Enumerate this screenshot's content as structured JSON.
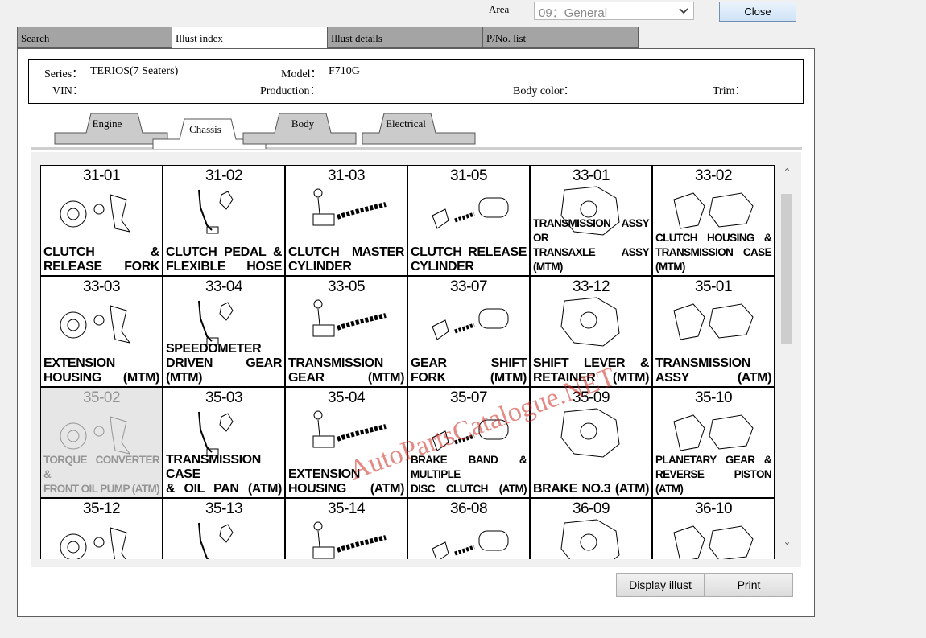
{
  "area": {
    "label": "Area",
    "selected": "09：General"
  },
  "close_label": "Close",
  "main_tabs": [
    {
      "label": "Search"
    },
    {
      "label": "Illust index"
    },
    {
      "label": "Illust details"
    },
    {
      "label": "P/No. list"
    }
  ],
  "info": {
    "series_label": "Series：",
    "series_value": "TERIOS(7 Seaters)",
    "model_label": "Model：",
    "model_value": "F710G",
    "vin_label": "VIN：",
    "production_label": "Production：",
    "body_color_label": "Body color：",
    "trim_label": "Trim："
  },
  "category_tabs": [
    {
      "label": "Engine"
    },
    {
      "label": "Chassis"
    },
    {
      "label": "Body"
    },
    {
      "label": "Electrical"
    }
  ],
  "illustrations": [
    {
      "code": "31-01",
      "name": "CLUTCH &\nRELEASE FORK"
    },
    {
      "code": "31-02",
      "name": "CLUTCH PEDAL &\nFLEXIBLE HOSE"
    },
    {
      "code": "31-03",
      "name": "CLUTCH MASTER\nCYLINDER"
    },
    {
      "code": "31-05",
      "name": "CLUTCH RELEASE\nCYLINDER"
    },
    {
      "code": "33-01",
      "name": "TRANSMISSION ASSY OR\nTRANSAXLE ASSY (MTM)"
    },
    {
      "code": "33-02",
      "name": "CLUTCH HOUSING &\nTRANSMISSION CASE (MTM)"
    },
    {
      "code": "33-03",
      "name": "EXTENSION\nHOUSING (MTM)"
    },
    {
      "code": "33-04",
      "name": "SPEEDOMETER\nDRIVEN GEAR (MTM)"
    },
    {
      "code": "33-05",
      "name": "TRANSMISSION\nGEAR (MTM)"
    },
    {
      "code": "33-07",
      "name": "GEAR SHIFT\nFORK (MTM)"
    },
    {
      "code": "33-12",
      "name": "SHIFT LEVER &\nRETAINER (MTM)"
    },
    {
      "code": "35-01",
      "name": "TRANSMISSION\nASSY (ATM)"
    },
    {
      "code": "35-02",
      "name": "TORQUE CONVERTER &\nFRONT OIL PUMP (ATM)"
    },
    {
      "code": "35-03",
      "name": "TRANSMISSION CASE\n& OIL PAN (ATM)"
    },
    {
      "code": "35-04",
      "name": "EXTENSION\nHOUSING (ATM)"
    },
    {
      "code": "35-07",
      "name": "BRAKE BAND & MULTIPLE\nDISC CLUTCH (ATM)"
    },
    {
      "code": "35-09",
      "name": "BRAKE NO.3 (ATM)"
    },
    {
      "code": "35-10",
      "name": "PLANETARY GEAR &\nREVERSE PISTON (ATM)"
    },
    {
      "code": "35-12",
      "name": ""
    },
    {
      "code": "35-13",
      "name": ""
    },
    {
      "code": "35-14",
      "name": ""
    },
    {
      "code": "36-08",
      "name": ""
    },
    {
      "code": "36-09",
      "name": ""
    },
    {
      "code": "36-10",
      "name": ""
    }
  ],
  "watermark": "AutoPartsCatalogue.NET",
  "buttons": {
    "display_illust": "Display illust",
    "print": "Print"
  }
}
